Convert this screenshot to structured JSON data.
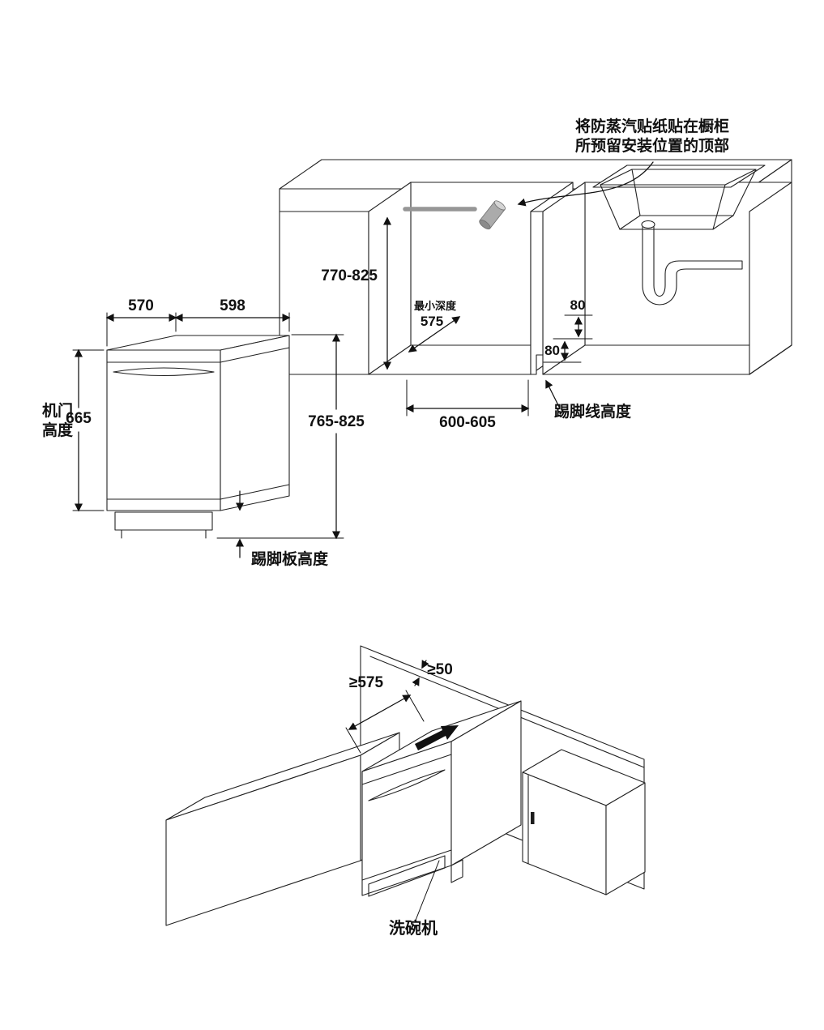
{
  "style": {
    "line_color": "#222222",
    "sticker_color": "#a0a0a0",
    "background": "#ffffff"
  },
  "top_view": {
    "note_line1": "将防蒸汽贴纸贴在橱柜",
    "note_line2": "所预留安装位置的顶部",
    "opening_height": "770-825",
    "min_depth_label": "最小深度",
    "min_depth_value": "575",
    "kick_dim_upper": "80",
    "kick_dim_lower": "80",
    "opening_width": "600-605",
    "kick_line_label": "踢脚线高度"
  },
  "product_view": {
    "depth": "570",
    "width": "598",
    "door_label_line1": "机门",
    "door_label_line2": "高度",
    "door_height": "665",
    "overall_height": "765-825",
    "kick_board_label": "踢脚板高度"
  },
  "corner_view": {
    "min_depth": "≥575",
    "min_gap": "≥50",
    "appliance_label": "洗碗机"
  }
}
